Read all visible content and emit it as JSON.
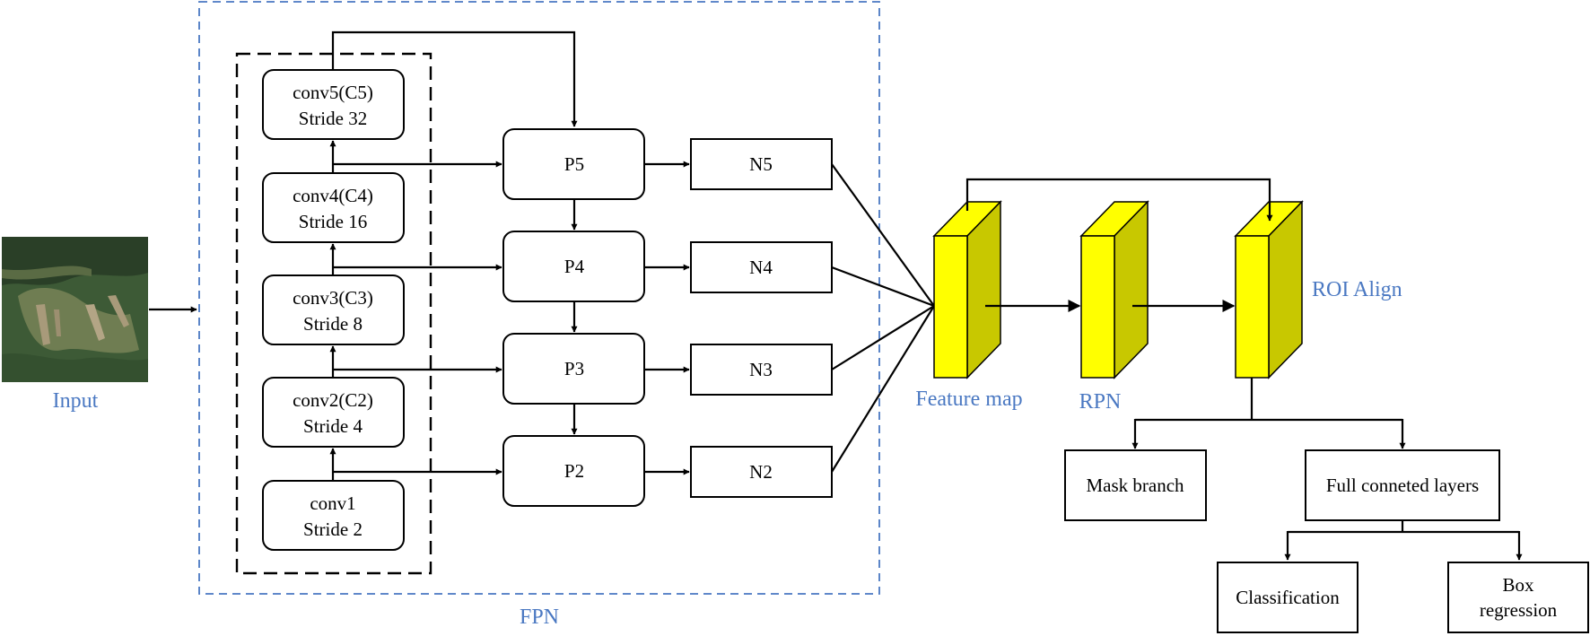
{
  "labels": {
    "input": "Input",
    "fpn": "FPN",
    "feature_map": "Feature map",
    "rpn": "RPN",
    "roi_align": "ROI Align"
  },
  "backbone": [
    {
      "name": "conv5(C5)",
      "stride": "Stride 32"
    },
    {
      "name": "conv4(C4)",
      "stride": "Stride 16"
    },
    {
      "name": "conv3(C3)",
      "stride": "Stride 8"
    },
    {
      "name": "conv2(C2)",
      "stride": "Stride 4"
    },
    {
      "name": "conv1",
      "stride": "Stride 2"
    }
  ],
  "p_nodes": [
    "P5",
    "P4",
    "P3",
    "P2"
  ],
  "n_nodes": [
    "N5",
    "N4",
    "N3",
    "N2"
  ],
  "heads": {
    "mask": "Mask branch",
    "fc": "Full conneted layers",
    "cls": "Classification",
    "box_line1": "Box",
    "box_line2": "regression"
  },
  "colors": {
    "accent_blue": "#4a78c2",
    "block_front": "#ffff00",
    "block_side": "#c8c800"
  }
}
